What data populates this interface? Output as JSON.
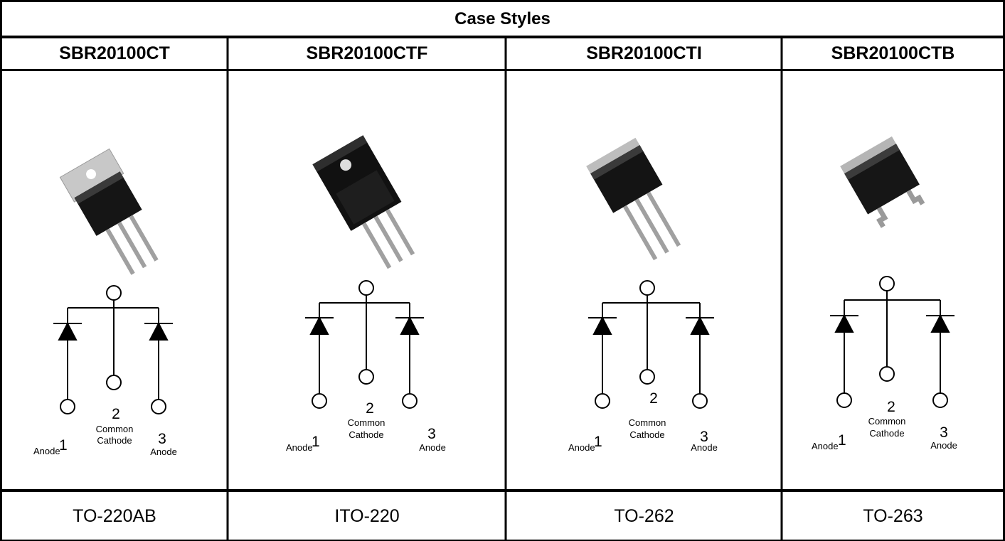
{
  "title": "Case Styles",
  "columns": [
    {
      "part": "SBR20100CT",
      "package": "TO-220AB",
      "pkg_icon": "to-220ab-package-photo"
    },
    {
      "part": "SBR20100CTF",
      "package": "ITO-220",
      "pkg_icon": "ito-220-package-photo"
    },
    {
      "part": "SBR20100CTI",
      "package": "TO-262",
      "pkg_icon": "to-262-package-photo"
    },
    {
      "part": "SBR20100CTB",
      "package": "TO-263",
      "pkg_icon": "to-263-package-photo"
    }
  ],
  "pins": {
    "pin1_number": "1",
    "pin1_label": "Anode",
    "pin2_number": "2",
    "pin2_label_line1": "Common",
    "pin2_label_line2": "Cathode",
    "pin3_number": "3",
    "pin3_label": "Anode"
  },
  "colors": {
    "border": "#000000",
    "background": "#ffffff"
  }
}
